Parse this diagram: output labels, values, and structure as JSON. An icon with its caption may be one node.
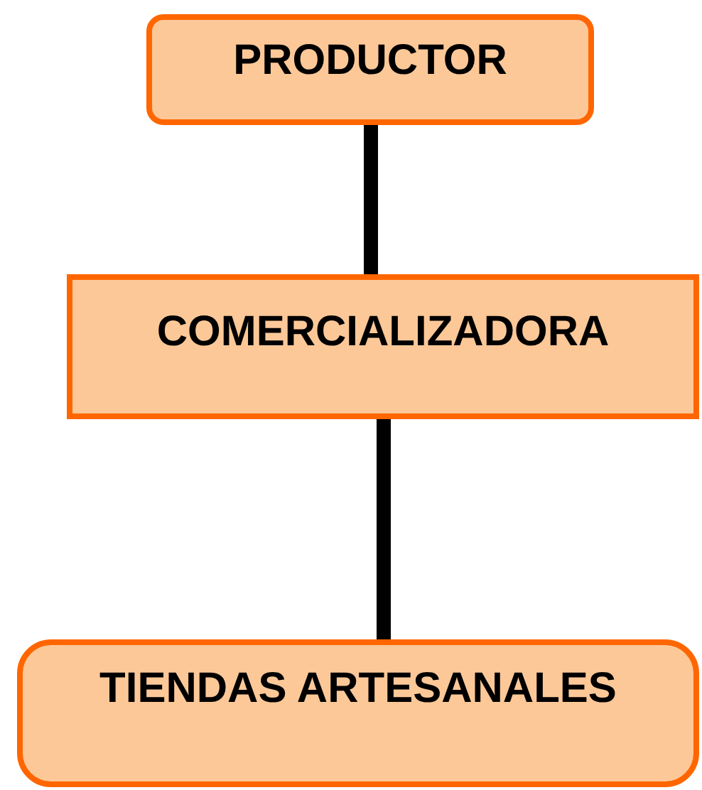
{
  "diagram": {
    "nodes": [
      {
        "text": [
          "PRODUCTOR"
        ]
      },
      {
        "text": [
          "COMERCIALIZADORA"
        ]
      },
      {
        "text": [
          "TIENDAS ARTESANALES"
        ]
      }
    ],
    "edges": [
      {
        "from": 0,
        "to": 1,
        "arrow": "none"
      },
      {
        "from": 1,
        "to": 2,
        "arrow": "none"
      }
    ]
  }
}
